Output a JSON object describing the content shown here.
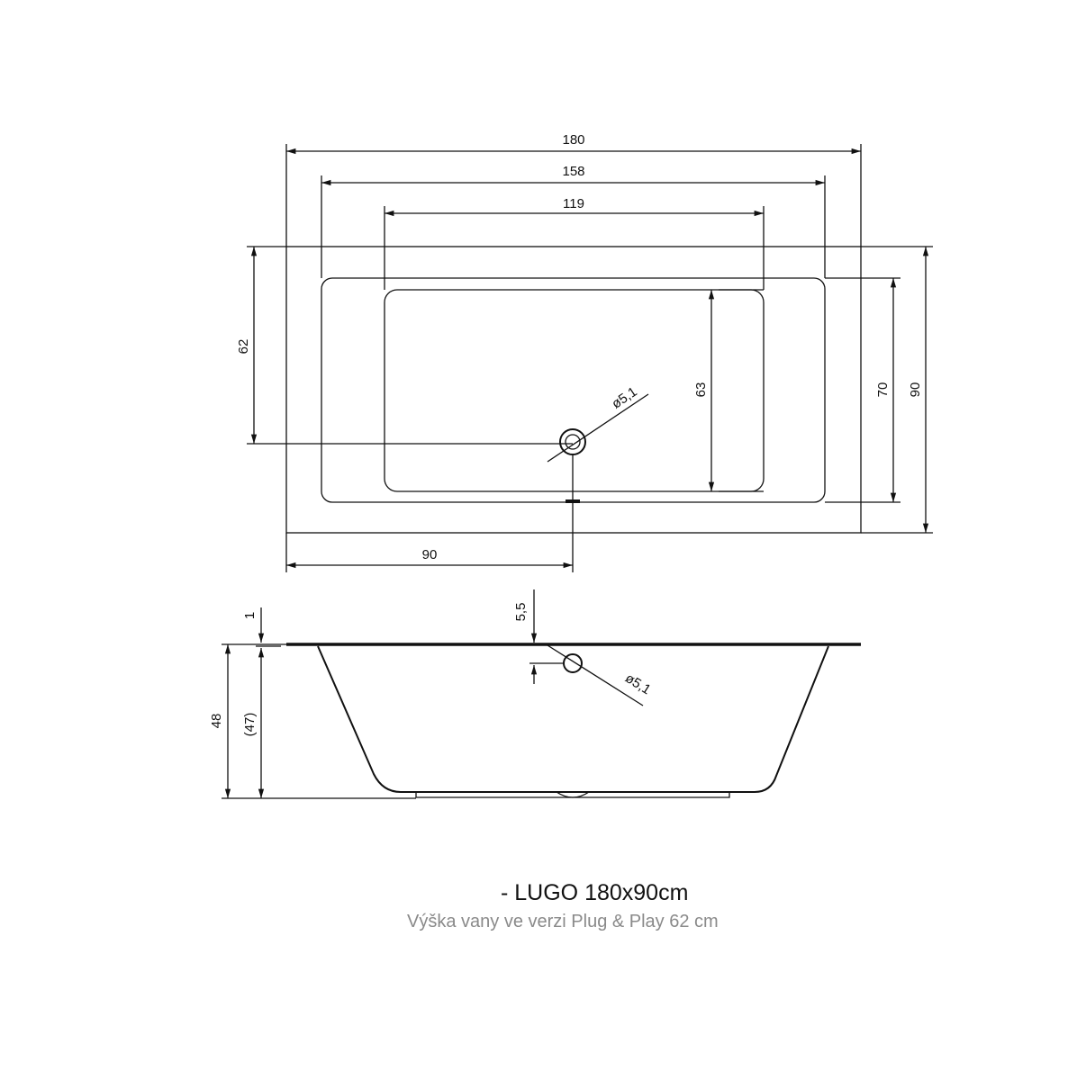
{
  "title": "- LUGO 180x90cm",
  "subtitle": "Výška vany ve verzi Plug & Play 62 cm",
  "top_view": {
    "dim_total_length": "180",
    "dim_rim_length": "158",
    "dim_bottom_length": "119",
    "dim_drain_offset_y": "62",
    "dim_bottom_width": "63",
    "dim_rim_width": "70",
    "dim_total_width": "90",
    "dim_drain_offset_x": "90",
    "dim_drain_diameter": "ø5,1"
  },
  "side_view": {
    "dim_rim_thickness": "1",
    "dim_total_height": "48",
    "dim_inner_height": "(47)",
    "dim_overflow_offset": "5,5",
    "dim_overflow_diameter": "ø5,1"
  }
}
